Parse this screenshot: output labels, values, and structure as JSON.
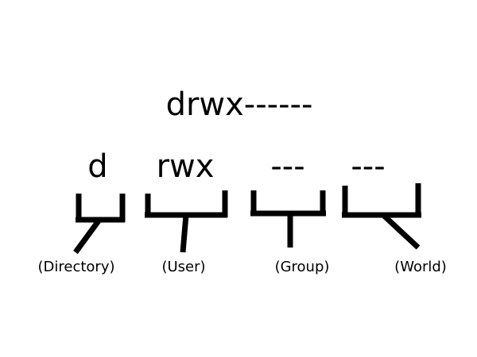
{
  "permission_string": "drwx------",
  "segments": {
    "directory": "d",
    "user": "rwx",
    "group": "---",
    "world": "---"
  },
  "labels": {
    "directory": "(Directory)",
    "user": "(User)",
    "group": "(Group)",
    "world": "(World)"
  }
}
